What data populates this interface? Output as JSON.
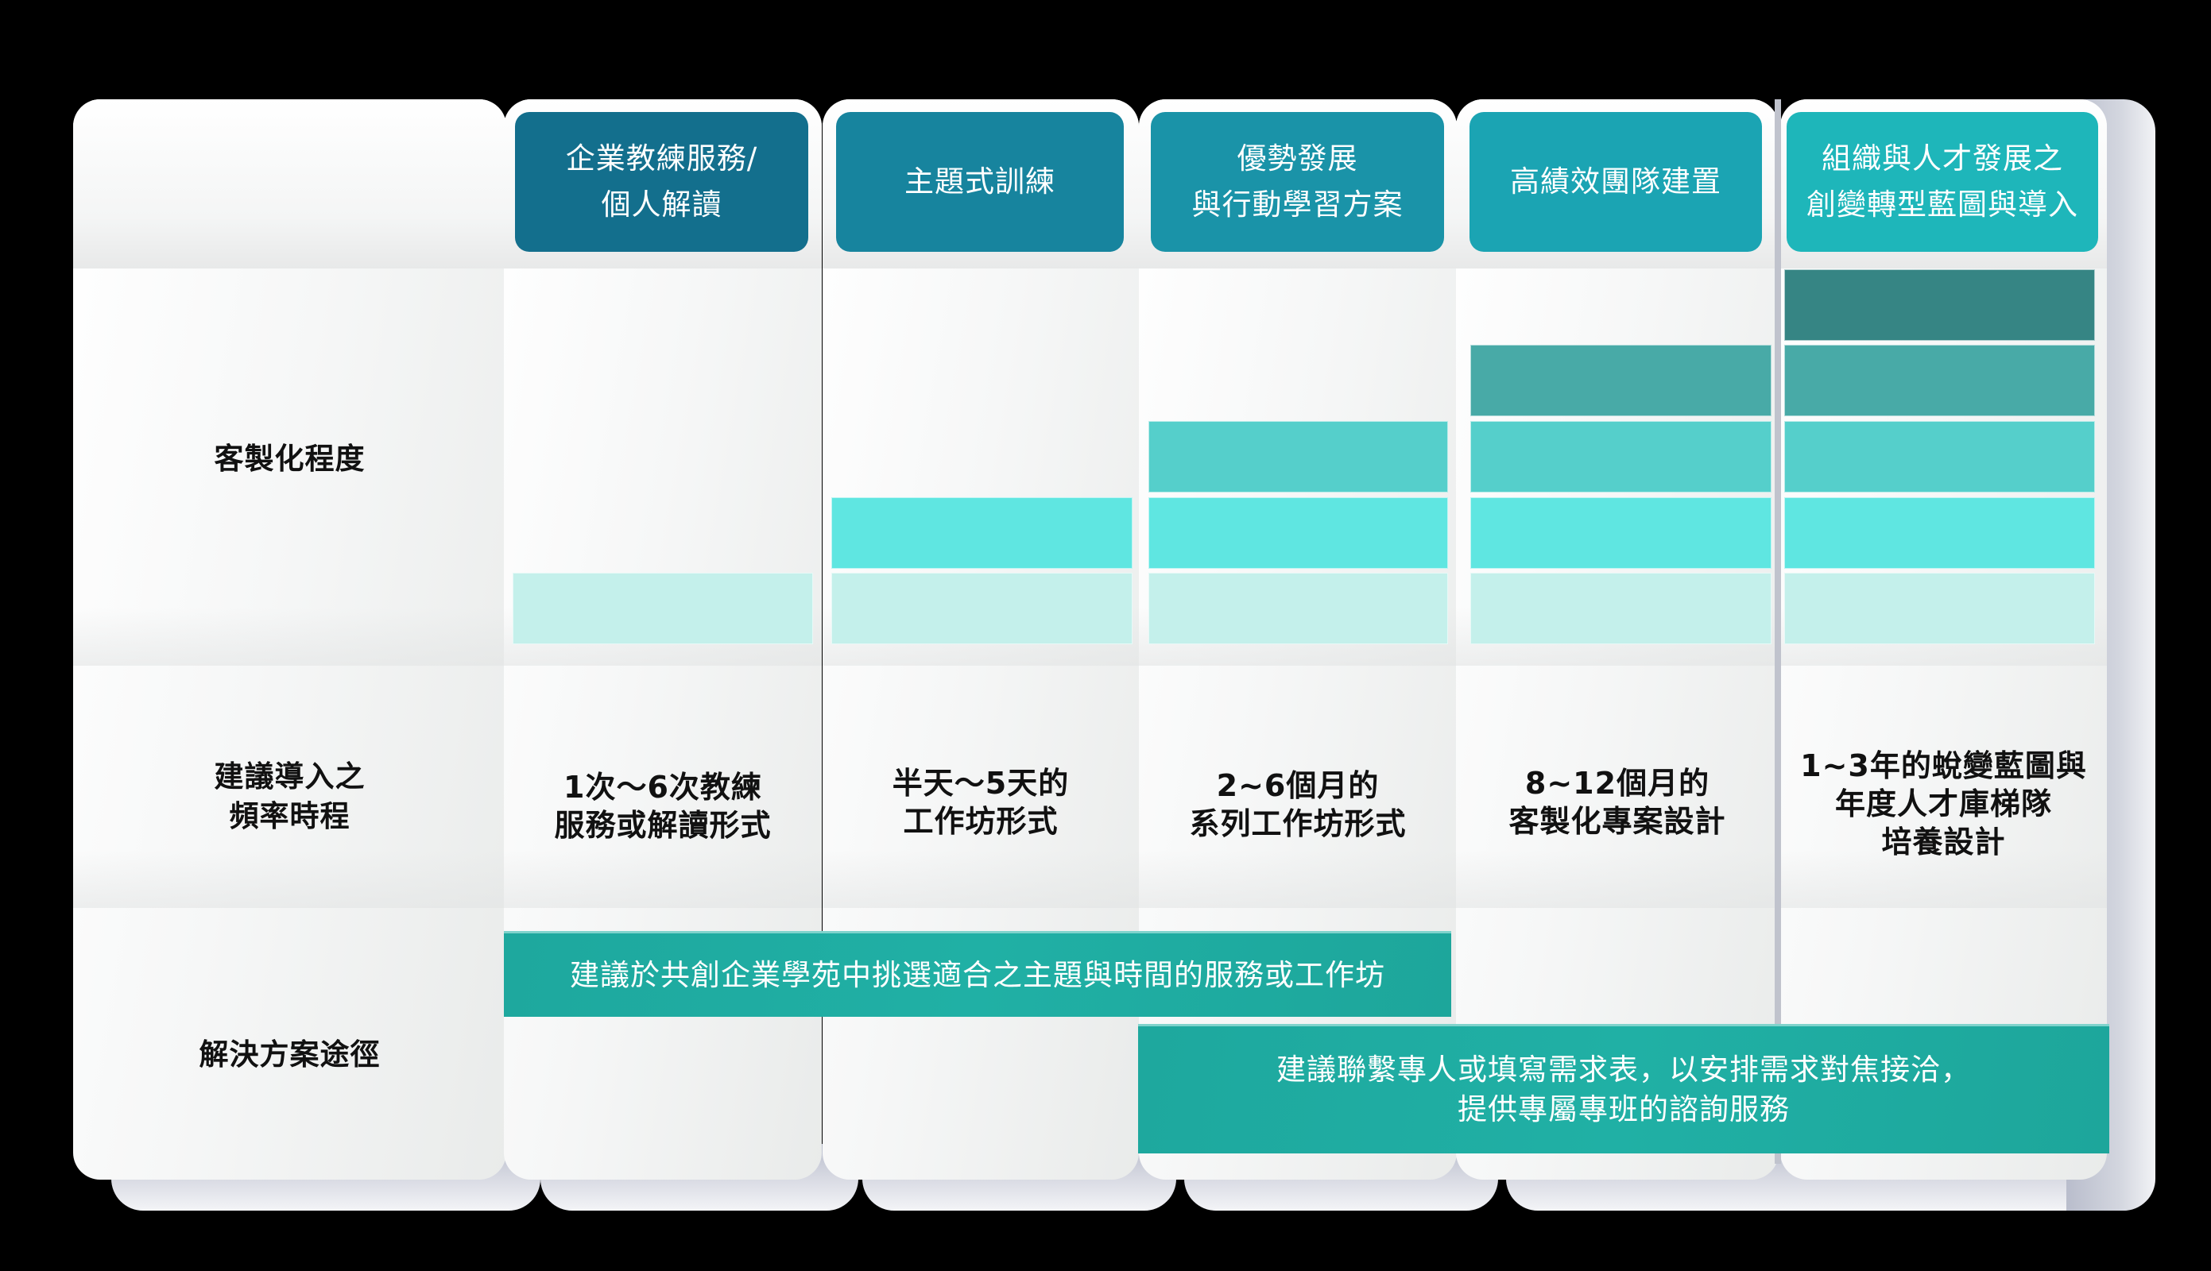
{
  "colors": {
    "background": "#000000",
    "header_col1": "#136F8D",
    "header_col2": "#17849E",
    "header_col3": "#1A93A8",
    "header_col4": "#1BA4B3",
    "header_col5": "#1EB6BA",
    "level1": "#C4F0EB",
    "level2": "#5FE6E1",
    "level3": "#55CFCB",
    "level4": "#48AAA7",
    "level5": "#368584",
    "solution_band": "#20ADA2"
  },
  "row_labels": {
    "customization": "客製化程度",
    "frequency_line1": "建議導入之",
    "frequency_line2": "頻率時程",
    "solution": "解決方案途徑"
  },
  "columns": [
    {
      "header_line1": "企業教練服務/",
      "header_line2": "個人解讀",
      "customization_level": 1,
      "frequency_line1": "1次～6次教練",
      "frequency_line2": "服務或解讀形式",
      "frequency_line3": ""
    },
    {
      "header_line1": "主題式訓練",
      "header_line2": "",
      "customization_level": 2,
      "frequency_line1": "半天～5天的",
      "frequency_line2": "工作坊形式",
      "frequency_line3": ""
    },
    {
      "header_line1": "優勢發展",
      "header_line2": "與行動學習方案",
      "customization_level": 3,
      "frequency_line1": "2~6個月的",
      "frequency_line2": "系列工作坊形式",
      "frequency_line3": ""
    },
    {
      "header_line1": "高績效團隊建置",
      "header_line2": "",
      "customization_level": 4,
      "frequency_line1": "8~12個月的",
      "frequency_line2": "客製化專案設計",
      "frequency_line3": ""
    },
    {
      "header_line1": "組織與人才發展之",
      "header_line2": "創變轉型藍圖與導入",
      "customization_level": 5,
      "frequency_line1": "1~3年的蛻變藍圖與",
      "frequency_line2": "年度人才庫梯隊",
      "frequency_line3": "培養設計"
    }
  ],
  "solutions": [
    {
      "line1": "建議於共創企業學苑中挑選適合之主題與時間的服務或工作坊",
      "line2": "",
      "spans_columns": "1-3"
    },
    {
      "line1": "建議聯繫專人或填寫需求表，以安排需求對焦接洽，",
      "line2": "提供專屬專班的諮詢服務",
      "spans_columns": "3-5"
    }
  ]
}
